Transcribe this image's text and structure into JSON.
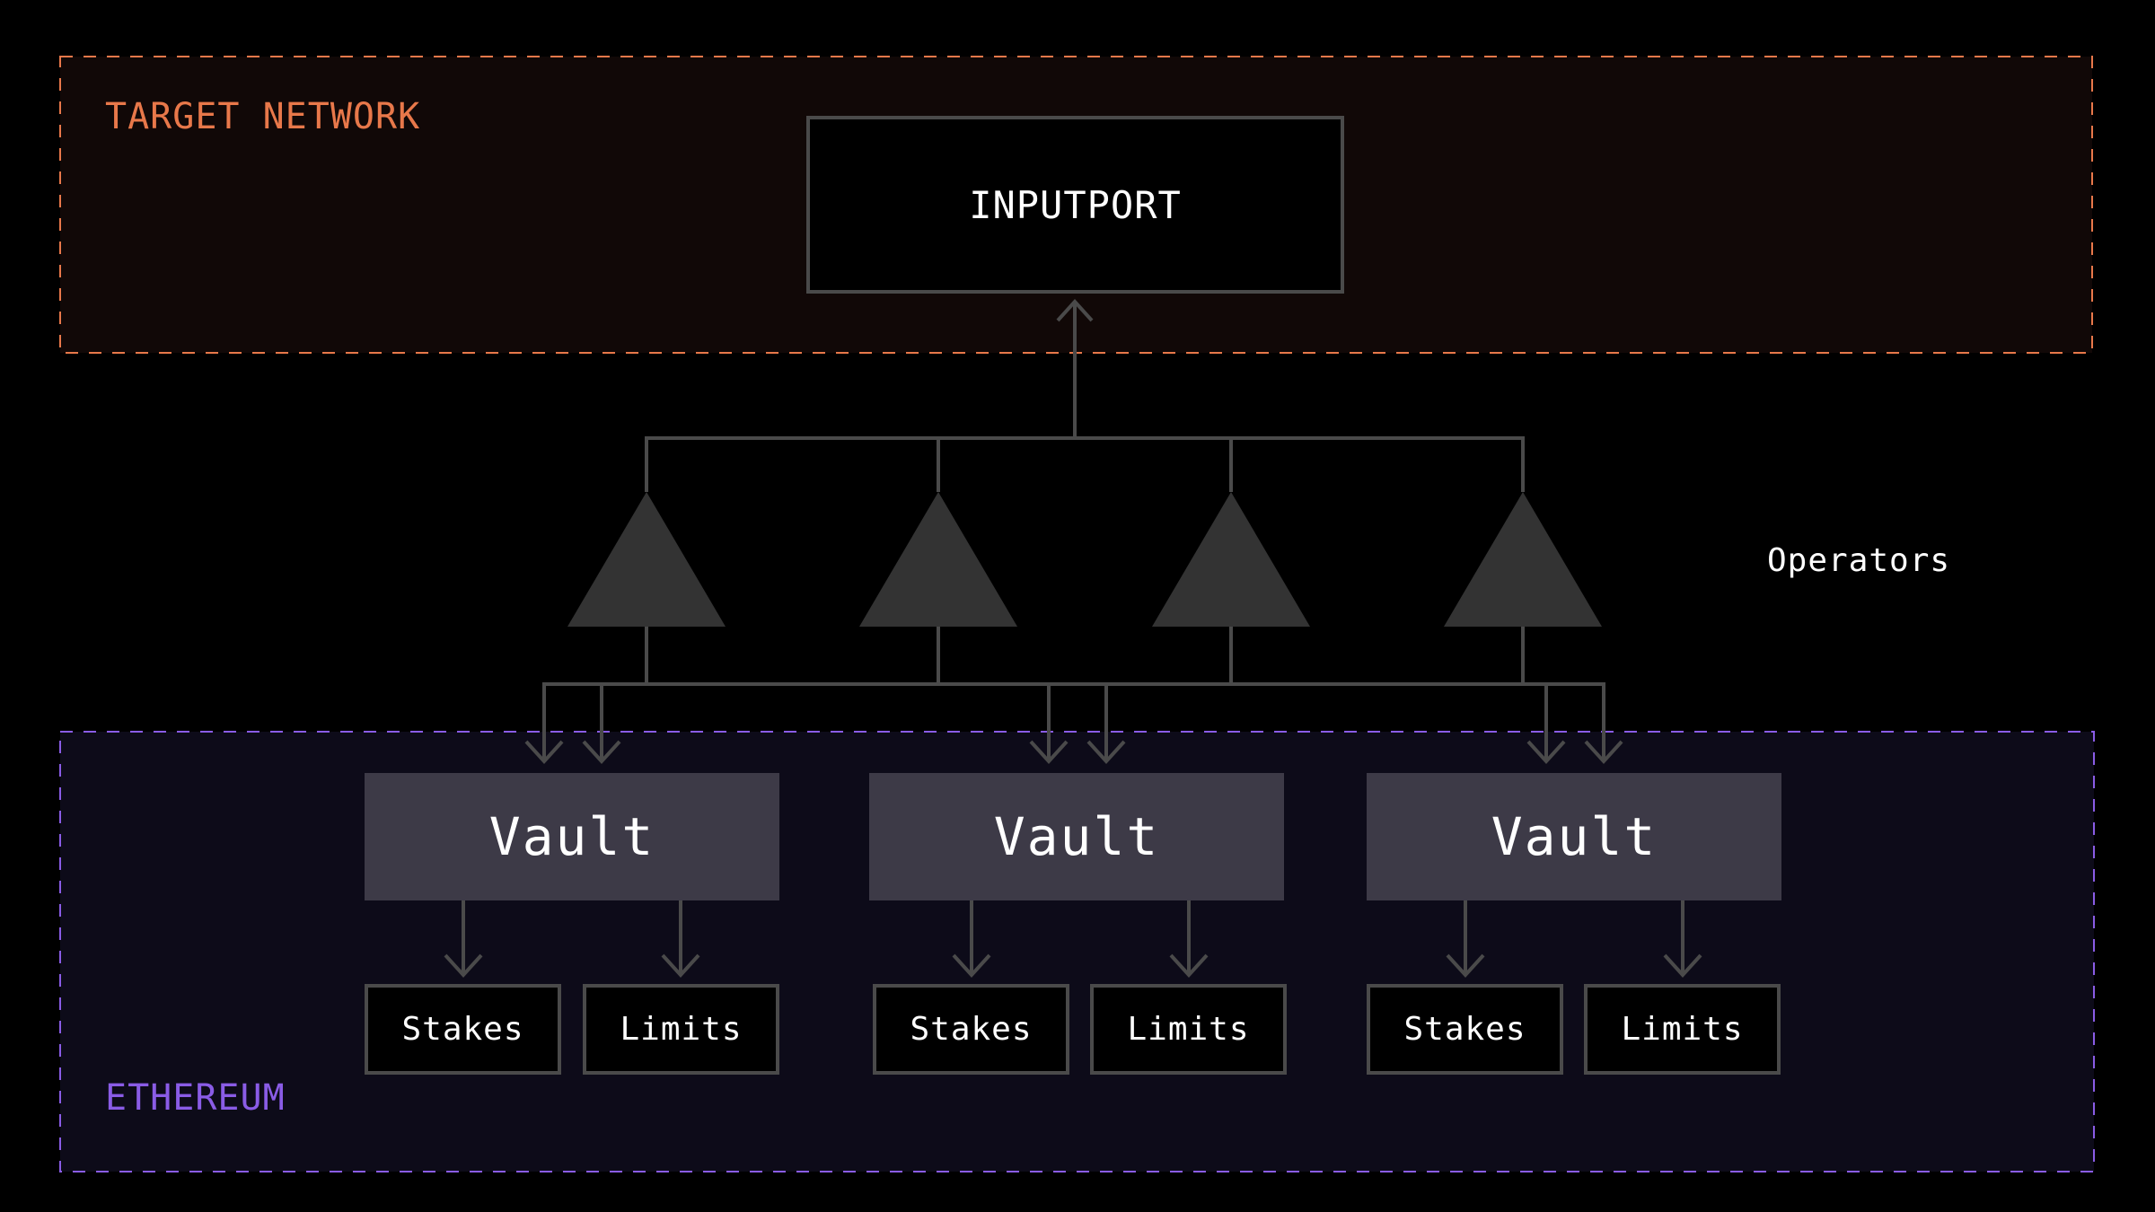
{
  "target_network": {
    "label": "TARGET NETWORK",
    "color": "#e8784a"
  },
  "ethereum": {
    "label": "ETHEREUM",
    "color": "#8a5ce6"
  },
  "inputport": {
    "label": "INPUTPORT"
  },
  "operators": {
    "label": "Operators",
    "count": 4
  },
  "vaults": [
    {
      "label": "Vault",
      "children": [
        "Stakes",
        "Limits"
      ]
    },
    {
      "label": "Vault",
      "children": [
        "Stakes",
        "Limits"
      ]
    },
    {
      "label": "Vault",
      "children": [
        "Stakes",
        "Limits"
      ]
    }
  ],
  "colors": {
    "line": "#4a4a4a",
    "triangle": "#333333",
    "vault_fill": "#3d3a47",
    "target_bg": "#110807",
    "eth_bg": "#0d0b19"
  }
}
